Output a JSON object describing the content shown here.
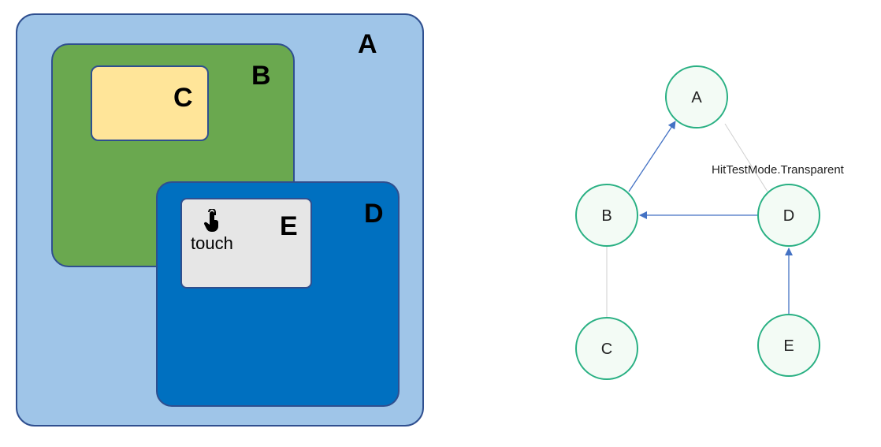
{
  "boxes": {
    "a": "A",
    "b": "B",
    "c": "C",
    "d": "D",
    "e": "E",
    "touch": "touch"
  },
  "tree": {
    "nodes": [
      "A",
      "B",
      "C",
      "D",
      "E"
    ],
    "edge_label": "HitTestMode.Transparent"
  },
  "colors": {
    "outer": "#9fc5e8",
    "green": "#6aa84f",
    "yellow": "#ffe599",
    "blue": "#0070c0",
    "gray": "#e6e6e6",
    "node_stroke": "#29b083",
    "arrow": "#4472c4"
  }
}
